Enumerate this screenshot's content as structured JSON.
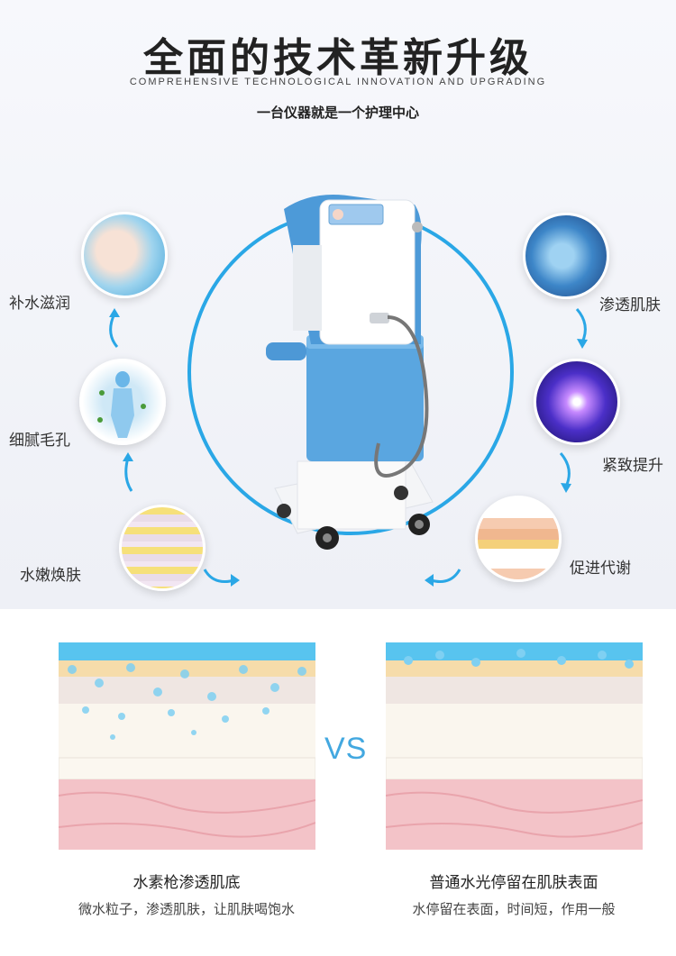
{
  "header": {
    "title": "全面的技术革新升级",
    "subtitle": "COMPREHENSIVE TECHNOLOGICAL INNOVATION AND UPGRADING",
    "tagline": "一台仪器就是一个护理中心"
  },
  "features": {
    "hydrate": "补水滋润",
    "pores": "细腻毛孔",
    "renew": "水嫩焕肤",
    "penetrate": "渗透肌肤",
    "firm": "紧致提升",
    "metabolism": "促进代谢"
  },
  "comparison": {
    "vs_label": "VS",
    "left": {
      "title": "水素枪渗透肌底",
      "desc": "微水粒子，渗透肌肤，让肌肤喝饱水"
    },
    "right": {
      "title": "普通水光停留在肌肤表面",
      "desc": "水停留在表面，时间短，作用一般"
    }
  },
  "colors": {
    "accent": "#2aa7e6",
    "machine_blue": "#5aa6e0",
    "skin_pink": "#f3c3c8"
  }
}
